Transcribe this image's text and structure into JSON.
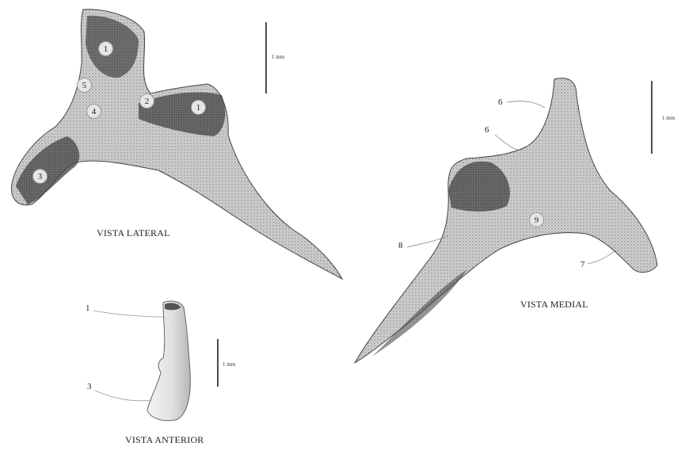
{
  "views": {
    "lateral": {
      "title": "VISTA LATERAL",
      "scale_label": "1 mm",
      "markers": [
        "1",
        "5",
        "4",
        "2",
        "1",
        "3"
      ]
    },
    "medial": {
      "title": "VISTA MEDIAL",
      "scale_label": "1 mm",
      "callouts": [
        "6",
        "6",
        "8",
        "9",
        "7"
      ]
    },
    "anterior": {
      "title": "VISTA ANTERIOR",
      "scale_label": "1 mm",
      "callouts": [
        "1",
        "3"
      ]
    }
  }
}
